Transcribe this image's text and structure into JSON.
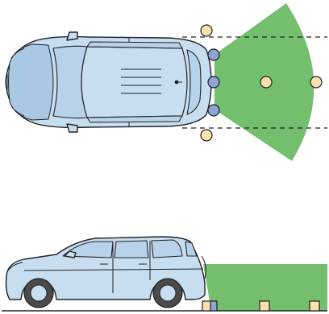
{
  "colors": {
    "background": "#ffffff",
    "detection_zone": "#73bf6e",
    "car_body": "#c7def0",
    "car_body_dark": "#a9c8e4",
    "car_outline": "#222222",
    "window": "#b7d2ea",
    "tire": "#4a4a4a",
    "sensor_blue": "#8ea3d6",
    "sensor_yellow": "#fbe1ad",
    "dashed_line": "#222222",
    "ground": "#222222"
  },
  "icons": {
    "top_view_car": "car-top-view-icon",
    "side_view_car": "car-side-view-icon",
    "sensor": "sensor-icon",
    "obstacle": "obstacle-marker-icon"
  },
  "views": {
    "top_view": {
      "car_sensors": 3,
      "corner_obstacles": 2,
      "zone_obstacles": 2
    },
    "side_view": {
      "ground_markers": 4
    }
  }
}
